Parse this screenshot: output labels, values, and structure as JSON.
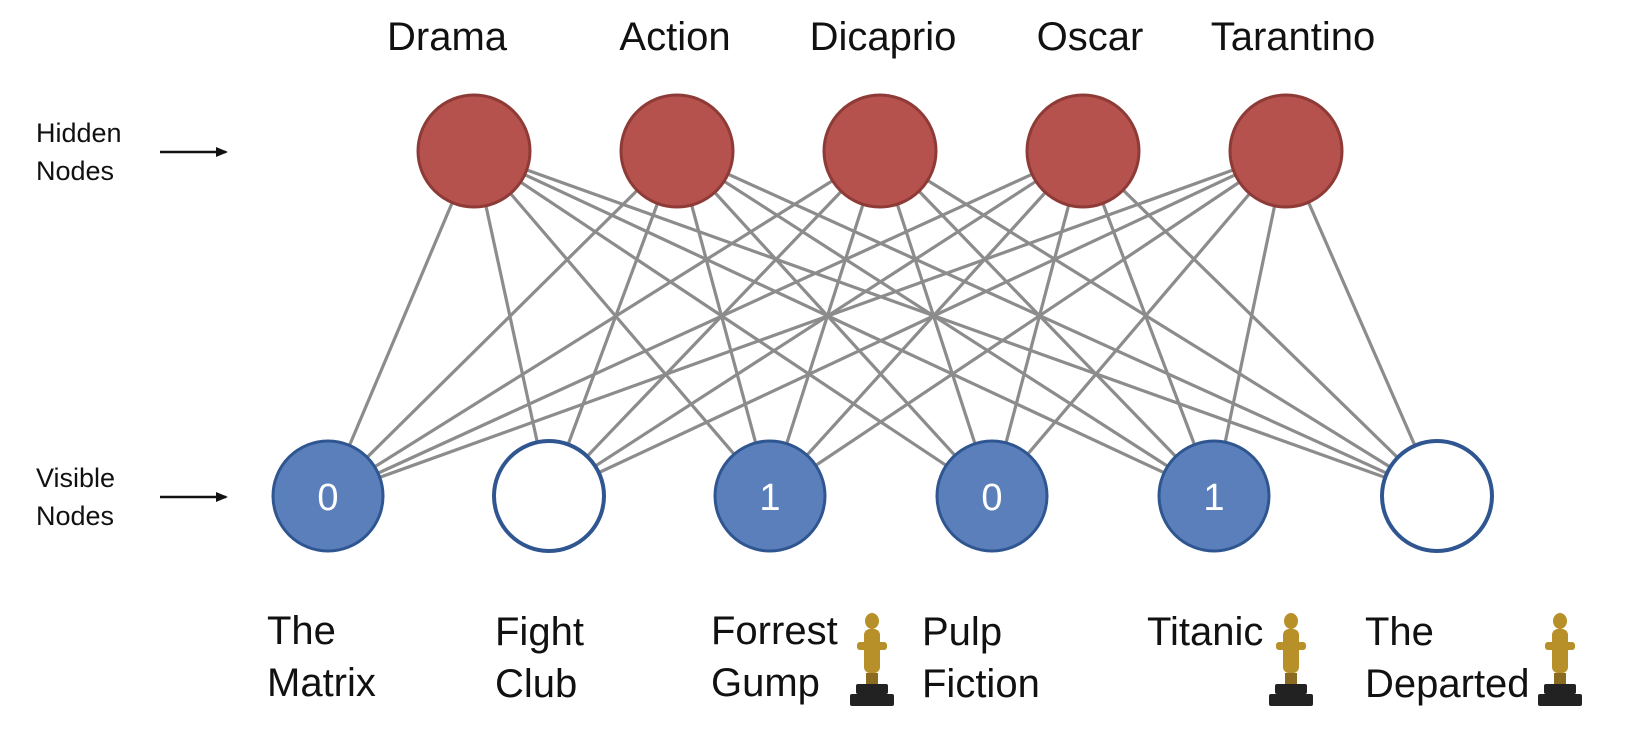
{
  "side_labels": {
    "hidden": [
      "Hidden",
      "Nodes"
    ],
    "visible": [
      "Visible",
      "Nodes"
    ]
  },
  "hidden_nodes": [
    {
      "label": "Drama"
    },
    {
      "label": "Action"
    },
    {
      "label": "Dicaprio"
    },
    {
      "label": "Oscar"
    },
    {
      "label": "Tarantino"
    }
  ],
  "visible_nodes": [
    {
      "value": "0",
      "filled": true,
      "label": [
        "The",
        "Matrix"
      ],
      "oscar": false
    },
    {
      "value": "",
      "filled": false,
      "label": [
        "Fight",
        "Club"
      ],
      "oscar": false
    },
    {
      "value": "1",
      "filled": true,
      "label": [
        "Forrest",
        "Gump"
      ],
      "oscar": true
    },
    {
      "value": "0",
      "filled": true,
      "label": [
        "Pulp",
        "Fiction"
      ],
      "oscar": false
    },
    {
      "value": "1",
      "filled": true,
      "label": [
        "Titanic"
      ],
      "oscar": true
    },
    {
      "value": "",
      "filled": false,
      "label": [
        "The",
        "Departed"
      ],
      "oscar": true
    }
  ],
  "icons": {
    "arrow": "right-arrow-icon",
    "oscar": "oscar-statuette-icon"
  },
  "colors": {
    "hidden_fill": "#b5524d",
    "hidden_stroke": "#8e3a36",
    "visible_fill": "#5b7fbb",
    "visible_stroke": "#2f5690",
    "empty_stroke": "#2f5690",
    "edge": "#8c8c8c",
    "oscar_gold": "#b8902a",
    "oscar_base": "#222222"
  }
}
